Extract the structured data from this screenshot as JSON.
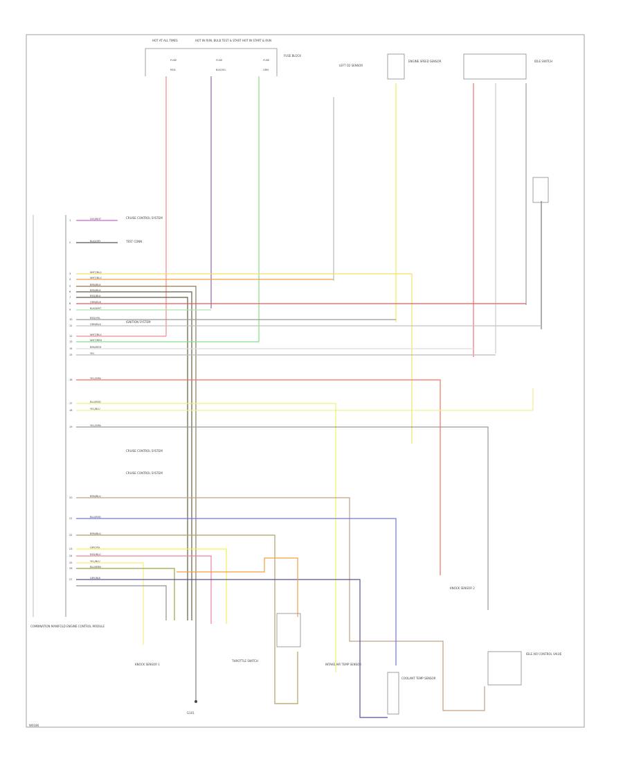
{
  "diagram": {
    "top_connectors": [
      {
        "id": "c1",
        "title": "HOT AT ALL TIMES",
        "fuse": "FUSE",
        "wire": "RED"
      },
      {
        "id": "c2",
        "title": "HOT IN RUN, BULB TEST & START",
        "fuse": "FUSE",
        "wire": "BLK/YEL"
      },
      {
        "id": "c3",
        "title": "HOT IN START & RUN",
        "fuse": "FUSE",
        "wire": "GRN"
      }
    ],
    "fuse_block_label": "FUSE BLOCK",
    "components": {
      "left_sensor": "LEFT O2 SENSOR",
      "idle_switch": "IDLE SWITCH",
      "reference_sensor": "ENGINE SPEED SENSOR",
      "throttle_switch": "THROTTLE SWITCH",
      "knock_sensor_1": "KNOCK SENSOR 1",
      "knock_sensor_2": "KNOCK SENSOR 2",
      "intake_air_sensor": "INTAKE AIR TEMP SENSOR",
      "coolant_sensor": "COOLANT TEMP SENSOR",
      "idle_air_valve": "IDLE AIR CONTROL VALVE",
      "ground": "G101"
    },
    "module_label": "COMBINATION MANIFOLD ENGINE CONTROL MODULE",
    "module_pins": [
      {
        "pin": "1",
        "wire": "VIO/WHT",
        "to": "CRUISE CONTROL SYSTEM"
      },
      {
        "pin": "2",
        "wire": "BLK/GRY",
        "to": "TEST CONN"
      },
      {
        "pin": "3",
        "wire": "WHT/BLU",
        "to": ""
      },
      {
        "pin": "4",
        "wire": "WHT/BLU",
        "to": ""
      },
      {
        "pin": "5",
        "wire": "BRN/BLK",
        "to": ""
      },
      {
        "pin": "6",
        "wire": "BRN/BLK",
        "to": ""
      },
      {
        "pin": "7",
        "wire": "RED/BLK",
        "to": ""
      },
      {
        "pin": "8",
        "wire": "GRN/BLK",
        "to": ""
      },
      {
        "pin": "9",
        "wire": "BLK/WHT",
        "to": "IGNITION SYSTEM"
      },
      {
        "pin": "10",
        "wire": "RED/YEL",
        "to": ""
      },
      {
        "pin": "11",
        "wire": "GRN/BLU",
        "to": ""
      },
      {
        "pin": "12",
        "wire": "WHT/BLU",
        "to": ""
      },
      {
        "pin": "13",
        "wire": "WHT/RED",
        "to": ""
      },
      {
        "pin": "14",
        "wire": "BRN/RED",
        "to": ""
      },
      {
        "pin": "15",
        "wire": "YEL",
        "to": ""
      },
      {
        "pin": "16",
        "wire": "YEL/GRN",
        "to": ""
      },
      {
        "pin": "17",
        "wire": "BLU/RED",
        "to": ""
      },
      {
        "pin": "18",
        "wire": "YEL/BLU",
        "to": "CRUISE CONTROL SYSTEM"
      },
      {
        "pin": "19",
        "wire": "YEL/GRN",
        "to": "CRUISE CONTROL SYSTEM"
      },
      {
        "pin": "20",
        "wire": "BRN/BLU",
        "to": ""
      },
      {
        "pin": "21",
        "wire": "BLU/RED",
        "to": ""
      },
      {
        "pin": "22",
        "wire": "BRN/BLU",
        "to": ""
      },
      {
        "pin": "23",
        "wire": "GRY/YEL",
        "to": ""
      },
      {
        "pin": "24",
        "wire": "RED/BLU",
        "to": ""
      },
      {
        "pin": "25",
        "wire": "YEL/BLU",
        "to": ""
      },
      {
        "pin": "26",
        "wire": "BLU/BRN",
        "to": ""
      },
      {
        "pin": "27",
        "wire": "GRY/BLK",
        "to": ""
      }
    ],
    "footer_code": "W0186"
  }
}
